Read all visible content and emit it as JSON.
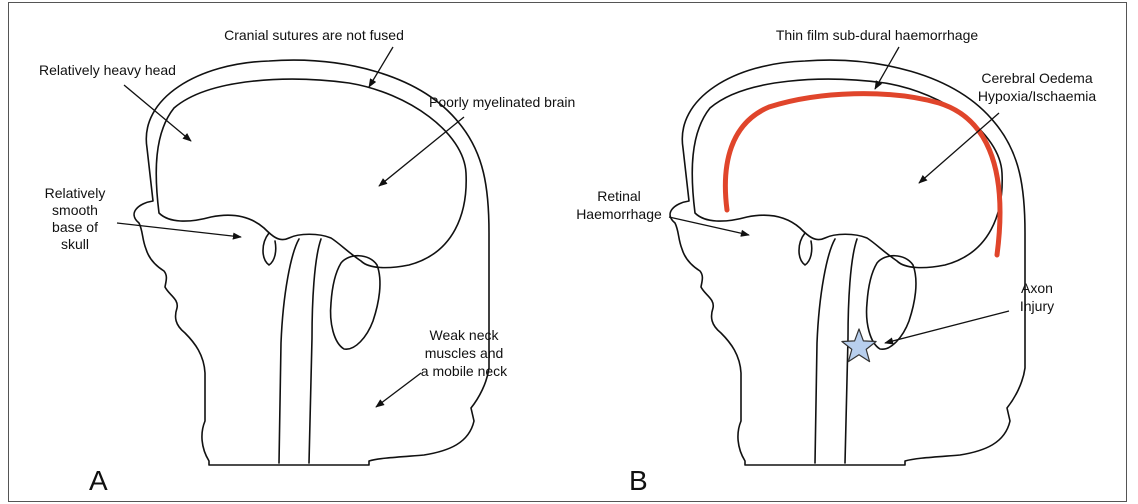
{
  "panels": {
    "a": {
      "letter": "A",
      "labels": {
        "sutures": "Cranial sutures are not fused",
        "heavy_head": "Relatively heavy head",
        "myelin": "Poorly myelinated brain",
        "base_l1": "Relatively",
        "base_l2": "smooth",
        "base_l3": "base of",
        "base_l4": "skull",
        "neck_l1": "Weak neck",
        "neck_l2": "muscles and",
        "neck_l3": "a mobile neck"
      }
    },
    "b": {
      "letter": "B",
      "labels": {
        "subdural": "Thin film sub-dural haemorrhage",
        "oedema_l1": "Cerebral Oedema",
        "oedema_l2": "Hypoxia/Ischaemia",
        "retinal_l1": "Retinal",
        "retinal_l2": "Haemorrhage",
        "axon_l1": "Axon",
        "axon_l2": "Injury"
      }
    }
  },
  "colors": {
    "haemorrhage": "#e0452b",
    "axon_star": "#b8cfee",
    "line": "#111111"
  }
}
